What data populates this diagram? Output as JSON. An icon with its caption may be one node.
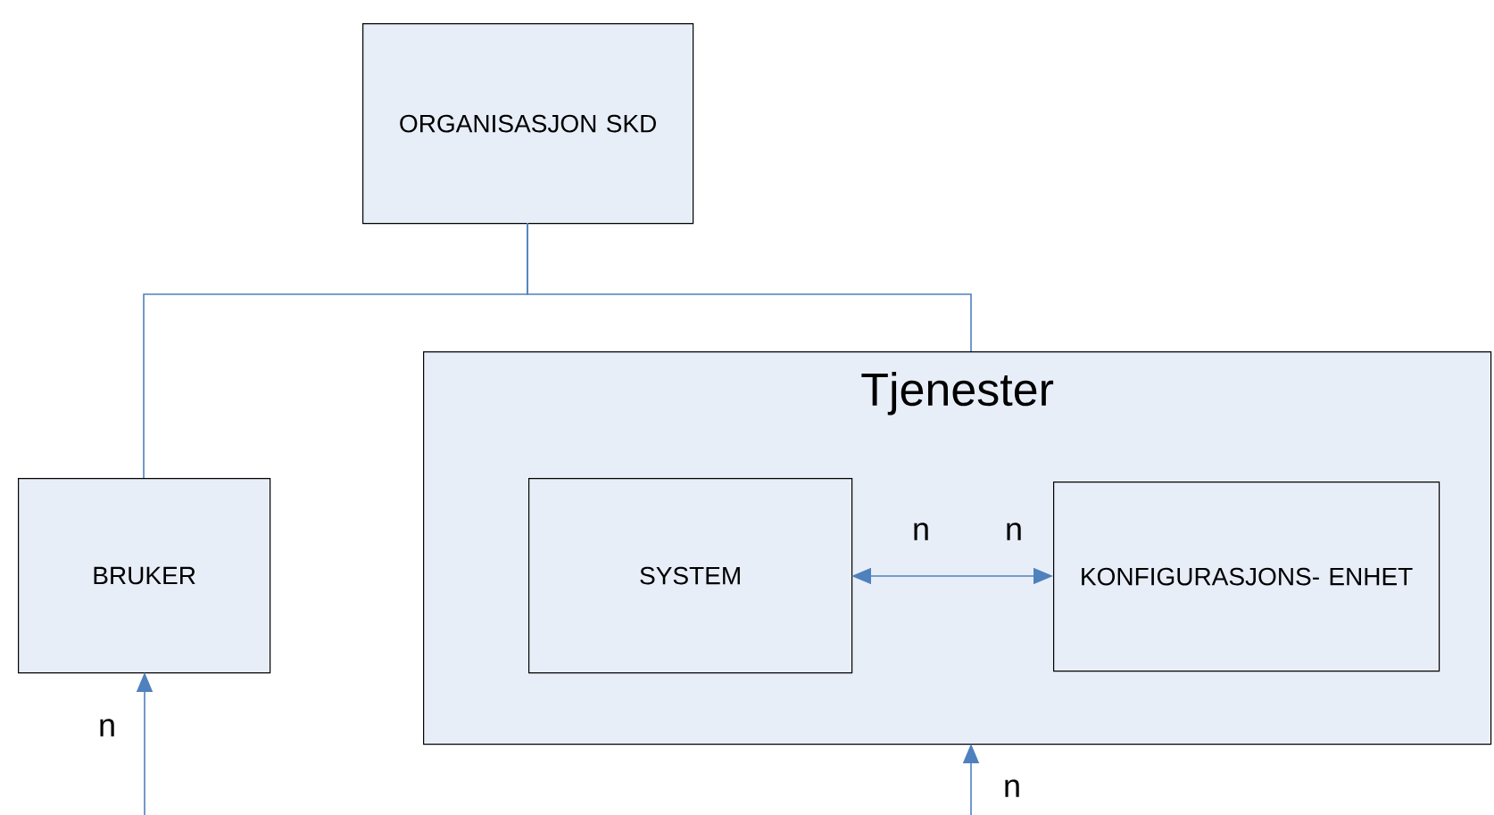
{
  "diagram": {
    "nodes": [
      {
        "text": [
          "ORGANISASJON SKD"
        ]
      },
      {
        "text": [
          "BRUKER"
        ]
      },
      {
        "text": [
          "Tjenester"
        ]
      },
      {
        "text": [
          "SYSTEM"
        ],
        "in": 2
      },
      {
        "text": [
          "KONFIGURASJONS- ENHET"
        ],
        "in": 2
      }
    ],
    "edges": [
      {
        "from": 0,
        "to": 1,
        "arrow": "none"
      },
      {
        "from": 0,
        "to": 2,
        "arrow": "none"
      },
      {
        "from": 3,
        "to": 4,
        "arrow": "both"
      },
      {
        "from": null,
        "to": 1,
        "arrow": "to",
        "label": "n"
      },
      {
        "from": null,
        "to": 2,
        "arrow": "to",
        "label": "n"
      }
    ],
    "labels": [
      "n",
      "n"
    ]
  }
}
